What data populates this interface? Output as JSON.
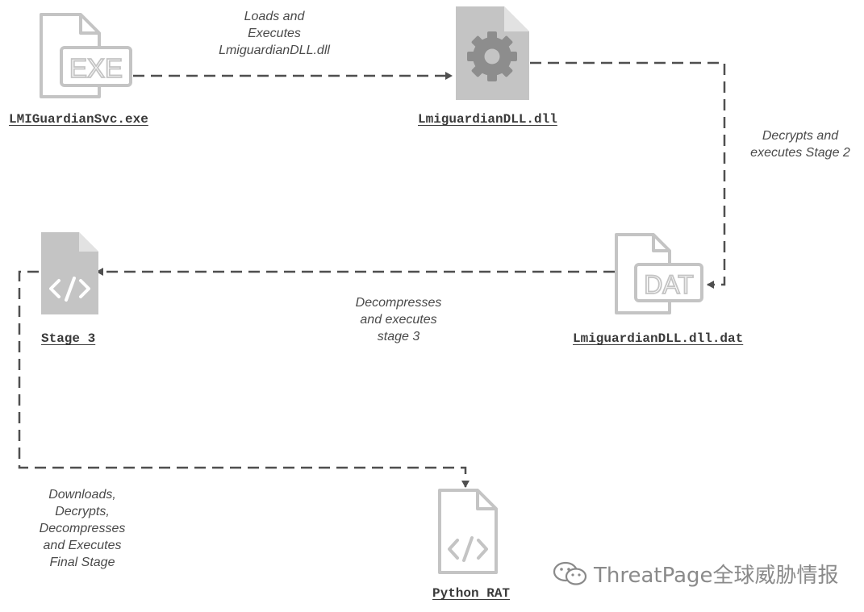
{
  "nodes": {
    "exe": {
      "label": "LMIGuardianSvc.exe",
      "badge": "EXE",
      "icon": "exe-file-icon"
    },
    "dll": {
      "label": "LmiguardianDLL.dll",
      "icon": "gear-file-icon"
    },
    "dat": {
      "label": "LmiguardianDLL.dll.dat",
      "badge": "DAT",
      "icon": "dat-file-icon"
    },
    "stage3": {
      "label": "Stage 3",
      "icon": "code-file-icon"
    },
    "rat": {
      "label": "Python RAT",
      "icon": "code-file-icon"
    }
  },
  "edges": {
    "exe_to_dll": [
      "Loads and",
      "Executes",
      "LmiguardianDLL.dll"
    ],
    "dll_to_dat": [
      "Decrypts and",
      "executes Stage 2"
    ],
    "dat_to_stage3": [
      "Decompresses",
      "and executes",
      "stage 3"
    ],
    "stage3_to_rat": [
      "Downloads,",
      "Decrypts,",
      "Decompresses",
      "and Executes",
      "Final Stage"
    ]
  },
  "watermark": {
    "text": "ThreatPage全球威胁情报",
    "icon": "wechat-icon"
  },
  "colors": {
    "line": "#4f4f4f",
    "icon_outline": "#c4c4c4",
    "icon_fill": "#c4c4c4",
    "gear": "#8d8d8d"
  }
}
